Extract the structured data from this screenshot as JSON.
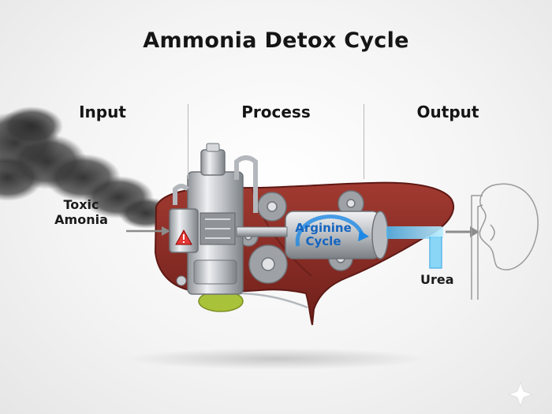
{
  "title": "Ammonia Detox Cycle",
  "columns": {
    "input": "Input",
    "process": "Process",
    "output": "Output"
  },
  "labels": {
    "toxic_line1": "Toxic",
    "toxic_line2": "Amonia",
    "cycle_line1": "Arginine",
    "cycle_line2": "Cycle",
    "urea": "Urea"
  },
  "colors": {
    "liver": "#8e2a24",
    "liver_dark": "#5e1915",
    "gallbladder": "#a8c23a",
    "metal": "#c9ccd0",
    "cycle_text": "#1565c0",
    "urea_flow": "#7fd3f7"
  },
  "icons": {
    "smoke": "smoke-cloud-icon",
    "warning": "warning-triangle-icon",
    "kidney": "kidney-outline-icon",
    "sparkle": "sparkle-icon"
  }
}
